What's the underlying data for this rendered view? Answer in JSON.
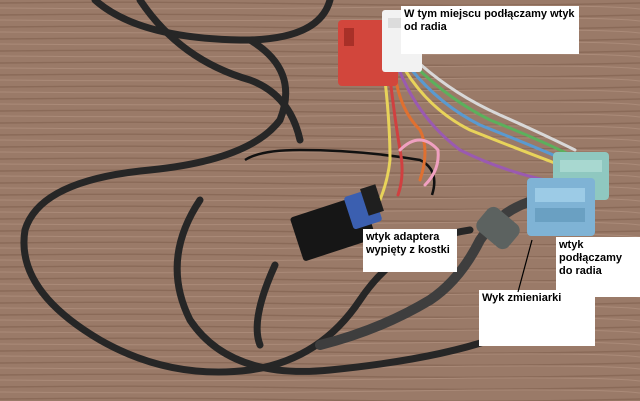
{
  "labels": {
    "radio_top": "W tym miejscu podłączamy wtyk\nod radia",
    "adapter": "wtyk adaptera\nwypięty z kostki",
    "plug_radio": "wtyk\npodłączamy\ndo radia",
    "changer": "Wyk zmieniarki"
  },
  "colors": {
    "wood": "#9a7a68",
    "cable": "#2a2a2a",
    "red_connector": "#d2463c",
    "teal_connector": "#8fc8c0",
    "blue_connector": "#7fb3d5",
    "black_plug": "#161616"
  }
}
